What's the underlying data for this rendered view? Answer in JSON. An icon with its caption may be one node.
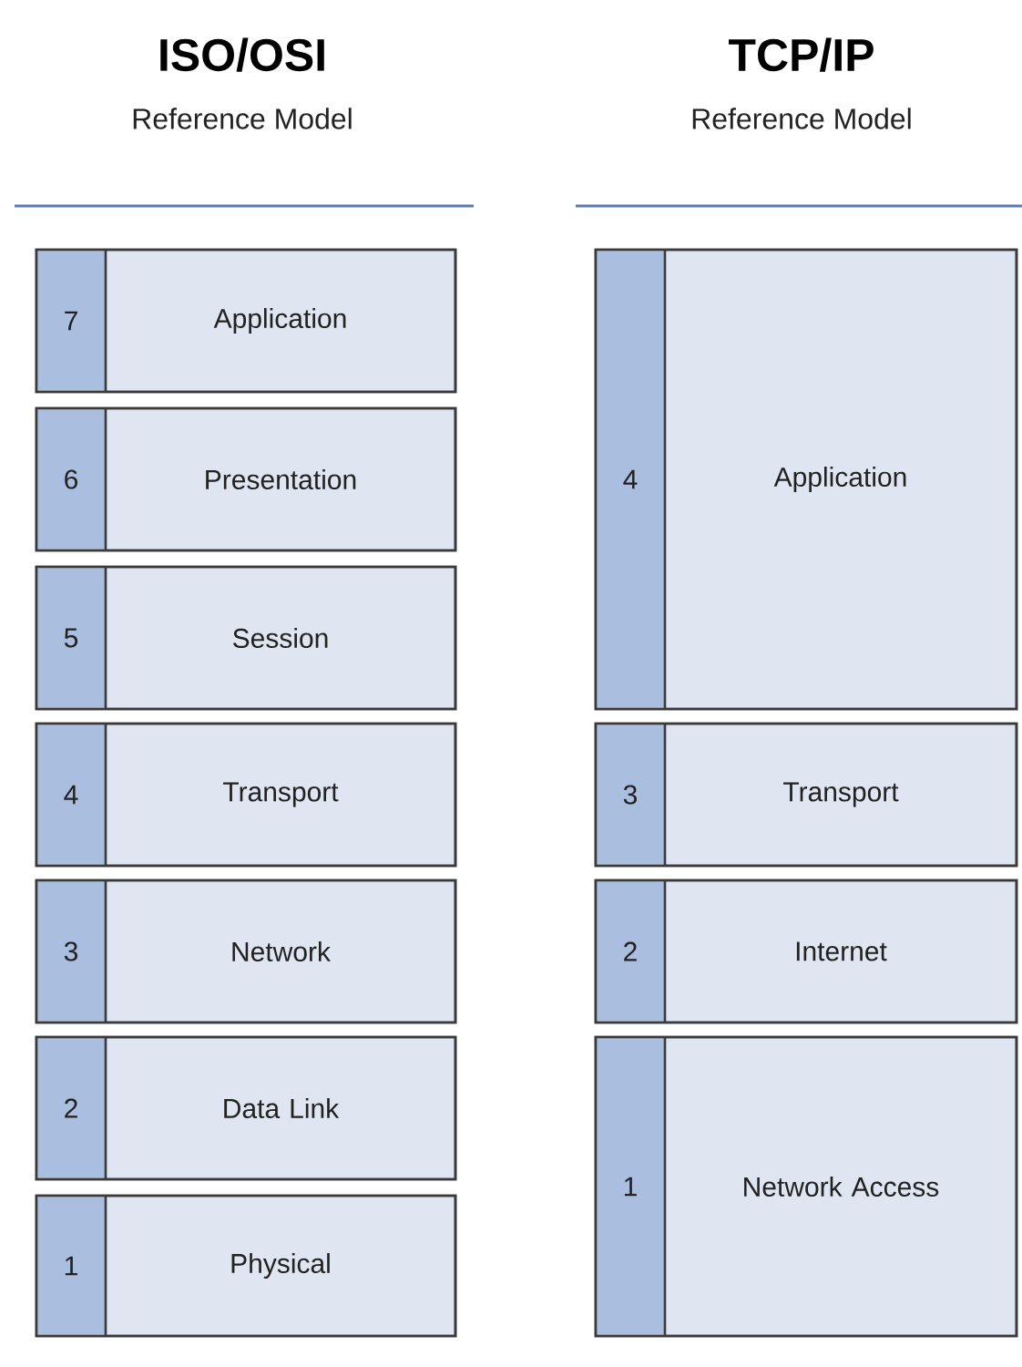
{
  "diagram": {
    "nodes": [
      {
        "text": [
          "7",
          "Application"
        ]
      },
      {
        "text": [
          "6",
          "Presentation"
        ]
      },
      {
        "text": [
          "5",
          "Session"
        ]
      },
      {
        "text": [
          "4",
          "Transport"
        ]
      },
      {
        "text": [
          "3",
          "Network"
        ]
      },
      {
        "text": [
          "2",
          "Data Link"
        ]
      },
      {
        "text": [
          "1",
          "Physical"
        ]
      },
      {
        "text": [
          "4",
          "Application"
        ]
      },
      {
        "text": [
          "3",
          "Transport"
        ]
      },
      {
        "text": [
          "2",
          "Internet"
        ]
      },
      {
        "text": [
          "1",
          "Network Access"
        ]
      }
    ],
    "labels": [
      "ISO/OSI",
      "Reference Model",
      "TCP/IP",
      "Reference Model"
    ]
  }
}
